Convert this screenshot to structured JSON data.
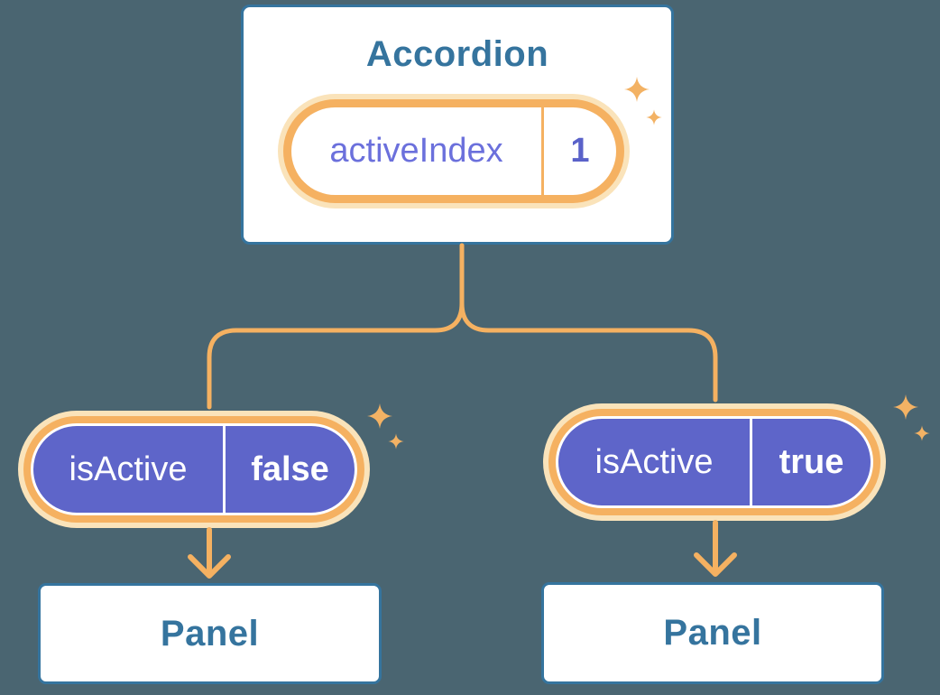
{
  "diagram": {
    "description": "React component tree showing lifted state: Accordion holds activeIndex state and passes isActive props to two Panels",
    "accordion": {
      "title": "Accordion",
      "state_pill": {
        "label": "activeIndex",
        "value": "1"
      }
    },
    "branches": [
      {
        "prop_pill": {
          "label": "isActive",
          "value": "false"
        },
        "panel_title": "Panel"
      },
      {
        "prop_pill": {
          "label": "isActive",
          "value": "true"
        },
        "panel_title": "Panel"
      }
    ],
    "decorations": {
      "accordion_sparkles": [
        "sparkle-large-icon",
        "sparkle-small-icon"
      ],
      "left_pill_sparkles": [
        "sparkle-large-icon",
        "sparkle-small-icon"
      ],
      "right_pill_sparkles": [
        "sparkle-large-icon",
        "sparkle-small-icon"
      ]
    },
    "colors": {
      "background": "#4A6571",
      "connector_orange": "#F5B161",
      "glow_cream": "#FAE3BA",
      "pill_purple": "#5E65C9",
      "box_border_blue": "#35749E",
      "heading_blue": "#35749E",
      "label_purple": "#6B70DC",
      "value_purple": "#5A62C9",
      "sparkle_orange": "#F3B264",
      "white": "#FFFFFF"
    }
  }
}
